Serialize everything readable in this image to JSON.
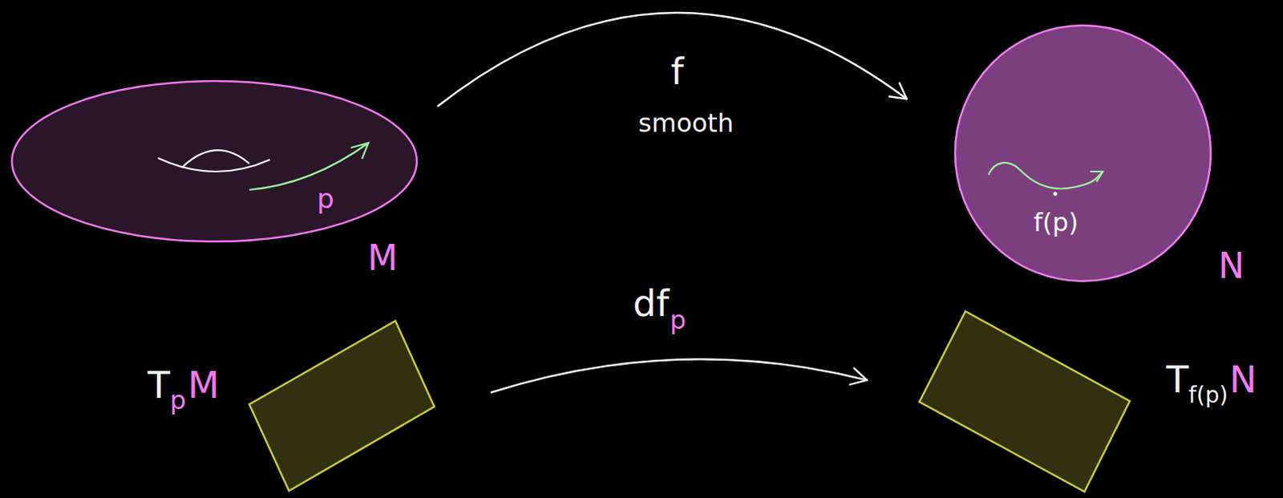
{
  "diagram": {
    "nodes": [
      {
        "text": [
          "p",
          "M"
        ]
      },
      {
        "text": [
          "f(p)",
          "N"
        ]
      },
      {
        "text": [
          "T",
          "p",
          "M"
        ]
      },
      {
        "text": [
          "T",
          "f(p)",
          "N"
        ]
      }
    ],
    "edges": [
      {
        "from": 0,
        "to": 1,
        "arrow": "to",
        "label": "f"
      },
      {
        "from": 2,
        "to": 3,
        "arrow": "to",
        "label": "df"
      }
    ],
    "labels": [
      "smooth",
      "p"
    ]
  }
}
